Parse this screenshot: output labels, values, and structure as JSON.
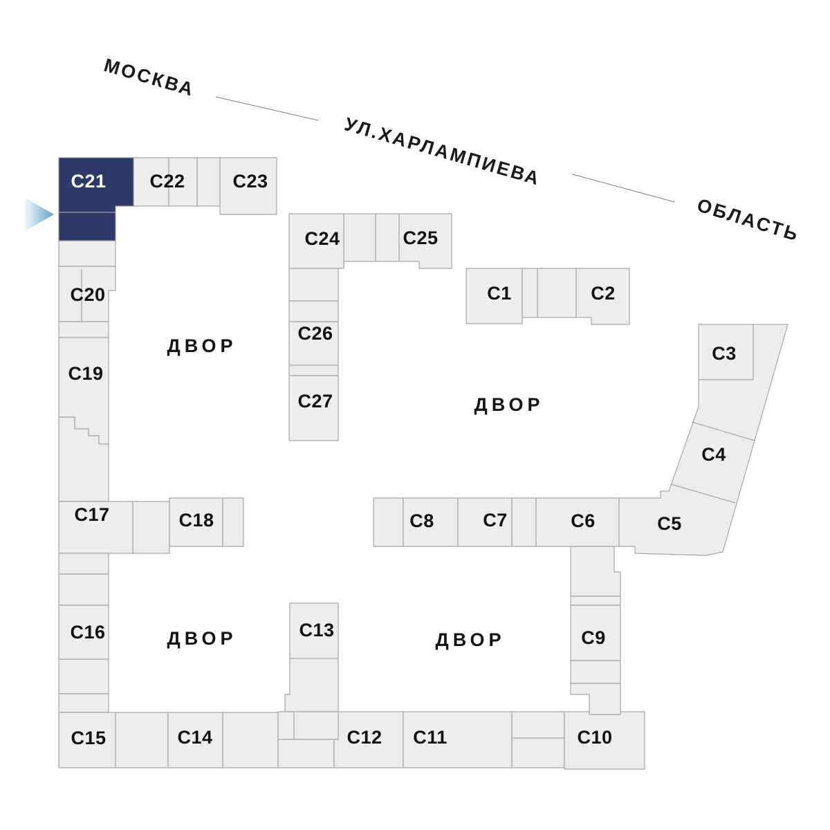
{
  "map": {
    "background": "#ffffff",
    "block_fill": "#ededed",
    "block_stroke": "#a6a6a6",
    "highlight_fill": "#2d3a69",
    "highlight_text_color": "#ffffff",
    "label_color": "#111111",
    "highlighted_building": "С21"
  },
  "streets": {
    "labels": [
      {
        "name": "МОСКВА"
      },
      {
        "name": "УЛ.ХАРЛАМПИЕВА"
      },
      {
        "name": "ОБЛАСТЬ"
      }
    ]
  },
  "courtyards": [
    {
      "label": "ДВОР"
    },
    {
      "label": "ДВОР"
    },
    {
      "label": "ДВОР"
    },
    {
      "label": "ДВОР"
    }
  ],
  "buildings": [
    {
      "id": "c1",
      "label": "С1"
    },
    {
      "id": "c2",
      "label": "С2"
    },
    {
      "id": "c3",
      "label": "С3"
    },
    {
      "id": "c4",
      "label": "С4"
    },
    {
      "id": "c5",
      "label": "С5"
    },
    {
      "id": "c6",
      "label": "С6"
    },
    {
      "id": "c7",
      "label": "С7"
    },
    {
      "id": "c8",
      "label": "С8"
    },
    {
      "id": "c9",
      "label": "С9"
    },
    {
      "id": "c10",
      "label": "С10"
    },
    {
      "id": "c11",
      "label": "С11"
    },
    {
      "id": "c12",
      "label": "С12"
    },
    {
      "id": "c13",
      "label": "С13"
    },
    {
      "id": "c14",
      "label": "С14"
    },
    {
      "id": "c15",
      "label": "С15"
    },
    {
      "id": "c16",
      "label": "С16"
    },
    {
      "id": "c17",
      "label": "С17"
    },
    {
      "id": "c18",
      "label": "С18"
    },
    {
      "id": "c19",
      "label": "С19"
    },
    {
      "id": "c20",
      "label": "С20"
    },
    {
      "id": "c21",
      "label": "С21"
    },
    {
      "id": "c22",
      "label": "С22"
    },
    {
      "id": "c23",
      "label": "С23"
    },
    {
      "id": "c24",
      "label": "С24"
    },
    {
      "id": "c25",
      "label": "С25"
    },
    {
      "id": "c26",
      "label": "С26"
    },
    {
      "id": "c27",
      "label": "С27"
    }
  ]
}
